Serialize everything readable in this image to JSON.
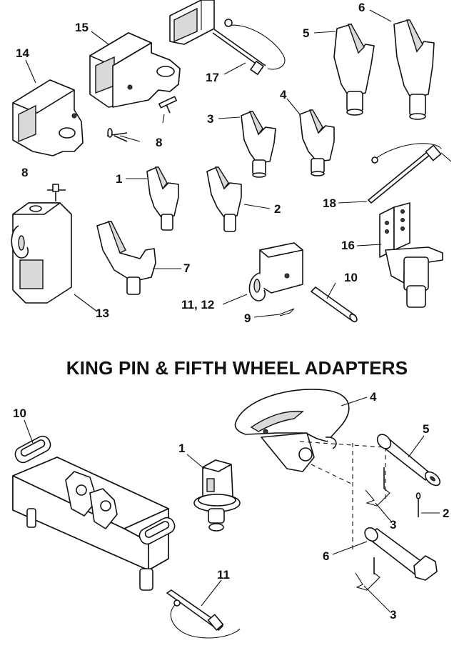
{
  "section_title": "KING PIN & FIFTH WHEEL ADAPTERS",
  "top_callouts": {
    "c14": "14",
    "c15": "15",
    "c17": "17",
    "c5": "5",
    "c6": "6",
    "c8a": "8",
    "c3": "3",
    "c4": "4",
    "c8b": "8",
    "c1": "1",
    "c2": "2",
    "c18": "18",
    "c16": "16",
    "c7": "7",
    "c13": "13",
    "c10": "10",
    "c1112": "11, 12",
    "c9": "9"
  },
  "bottom_callouts": {
    "c10": "10",
    "c4": "4",
    "c1": "1",
    "c5": "5",
    "c2": "2",
    "c3a": "3",
    "c6": "6",
    "c11": "11",
    "c3b": "3"
  }
}
